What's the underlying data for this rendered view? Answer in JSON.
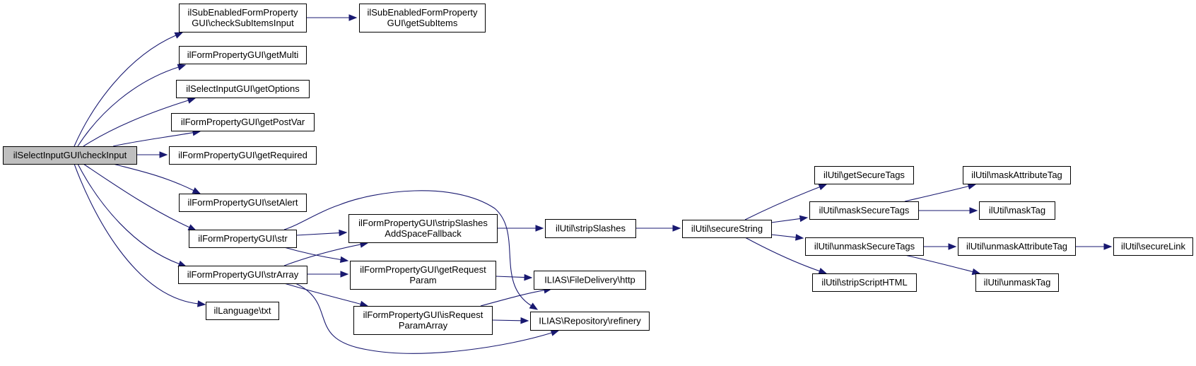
{
  "diagram": {
    "type": "call-graph",
    "colors": {
      "edge": "#191970",
      "root_fill": "#bfbfbf",
      "node_fill": "#ffffff",
      "node_border": "#000000"
    },
    "nodes": [
      {
        "id": "root",
        "lines": [
          "ilSelectInputGUI\\checkInput"
        ],
        "root": true
      },
      {
        "id": "checkSubItemsInput",
        "lines": [
          "ilSubEnabledFormProperty",
          "GUI\\checkSubItemsInput"
        ]
      },
      {
        "id": "getSubItems",
        "lines": [
          "ilSubEnabledFormProperty",
          "GUI\\getSubItems"
        ]
      },
      {
        "id": "getMulti",
        "lines": [
          "ilFormPropertyGUI\\getMulti"
        ]
      },
      {
        "id": "getOptions",
        "lines": [
          "ilSelectInputGUI\\getOptions"
        ]
      },
      {
        "id": "getPostVar",
        "lines": [
          "ilFormPropertyGUI\\getPostVar"
        ]
      },
      {
        "id": "getRequired",
        "lines": [
          "ilFormPropertyGUI\\getRequired"
        ]
      },
      {
        "id": "setAlert",
        "lines": [
          "ilFormPropertyGUI\\setAlert"
        ]
      },
      {
        "id": "str",
        "lines": [
          "ilFormPropertyGUI\\str"
        ]
      },
      {
        "id": "strArray",
        "lines": [
          "ilFormPropertyGUI\\strArray"
        ]
      },
      {
        "id": "txt",
        "lines": [
          "ilLanguage\\txt"
        ]
      },
      {
        "id": "stripSlashesAddSpaceFallback",
        "lines": [
          "ilFormPropertyGUI\\stripSlashes",
          "AddSpaceFallback"
        ]
      },
      {
        "id": "getRequestParam",
        "lines": [
          "ilFormPropertyGUI\\getRequest",
          "Param"
        ]
      },
      {
        "id": "isRequestParamArray",
        "lines": [
          "ilFormPropertyGUI\\isRequest",
          "ParamArray"
        ]
      },
      {
        "id": "stripSlashes",
        "lines": [
          "ilUtil\\stripSlashes"
        ]
      },
      {
        "id": "http",
        "lines": [
          "ILIAS\\FileDelivery\\http"
        ]
      },
      {
        "id": "refinery",
        "lines": [
          "ILIAS\\Repository\\refinery"
        ]
      },
      {
        "id": "secureString",
        "lines": [
          "ilUtil\\secureString"
        ]
      },
      {
        "id": "getSecureTags",
        "lines": [
          "ilUtil\\getSecureTags"
        ]
      },
      {
        "id": "maskSecureTags",
        "lines": [
          "ilUtil\\maskSecureTags"
        ]
      },
      {
        "id": "unmaskSecureTags",
        "lines": [
          "ilUtil\\unmaskSecureTags"
        ]
      },
      {
        "id": "stripScriptHTML",
        "lines": [
          "ilUtil\\stripScriptHTML"
        ]
      },
      {
        "id": "maskAttributeTag",
        "lines": [
          "ilUtil\\maskAttributeTag"
        ]
      },
      {
        "id": "maskTag",
        "lines": [
          "ilUtil\\maskTag"
        ]
      },
      {
        "id": "unmaskAttributeTag",
        "lines": [
          "ilUtil\\unmaskAttributeTag"
        ]
      },
      {
        "id": "unmaskTag",
        "lines": [
          "ilUtil\\unmaskTag"
        ]
      },
      {
        "id": "secureLink",
        "lines": [
          "ilUtil\\secureLink"
        ]
      }
    ],
    "edges": [
      [
        "root",
        "checkSubItemsInput"
      ],
      [
        "root",
        "getMulti"
      ],
      [
        "root",
        "getOptions"
      ],
      [
        "root",
        "getPostVar"
      ],
      [
        "root",
        "getRequired"
      ],
      [
        "root",
        "setAlert"
      ],
      [
        "root",
        "str"
      ],
      [
        "root",
        "strArray"
      ],
      [
        "root",
        "txt"
      ],
      [
        "checkSubItemsInput",
        "getSubItems"
      ],
      [
        "str",
        "stripSlashesAddSpaceFallback"
      ],
      [
        "str",
        "getRequestParam"
      ],
      [
        "str",
        "refinery"
      ],
      [
        "strArray",
        "stripSlashesAddSpaceFallback"
      ],
      [
        "strArray",
        "getRequestParam"
      ],
      [
        "strArray",
        "isRequestParamArray"
      ],
      [
        "strArray",
        "refinery"
      ],
      [
        "stripSlashesAddSpaceFallback",
        "stripSlashes"
      ],
      [
        "getRequestParam",
        "http"
      ],
      [
        "isRequestParamArray",
        "http"
      ],
      [
        "isRequestParamArray",
        "refinery"
      ],
      [
        "stripSlashes",
        "secureString"
      ],
      [
        "secureString",
        "getSecureTags"
      ],
      [
        "secureString",
        "maskSecureTags"
      ],
      [
        "secureString",
        "unmaskSecureTags"
      ],
      [
        "secureString",
        "stripScriptHTML"
      ],
      [
        "maskSecureTags",
        "maskAttributeTag"
      ],
      [
        "maskSecureTags",
        "maskTag"
      ],
      [
        "unmaskSecureTags",
        "unmaskAttributeTag"
      ],
      [
        "unmaskSecureTags",
        "unmaskTag"
      ],
      [
        "unmaskAttributeTag",
        "secureLink"
      ]
    ]
  }
}
